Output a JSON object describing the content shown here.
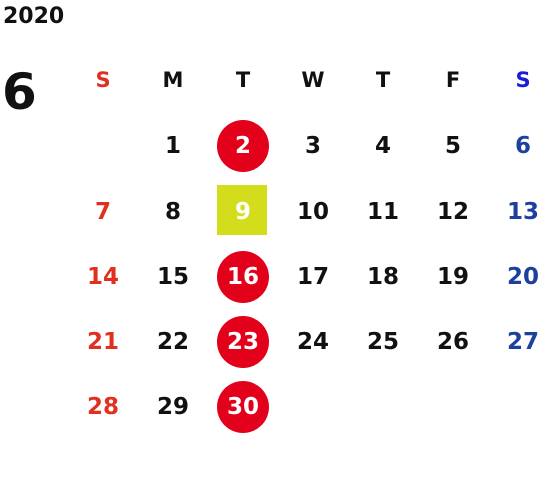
{
  "year": "2020",
  "month": "6",
  "weekdays": [
    "S",
    "M",
    "T",
    "W",
    "T",
    "F",
    "S"
  ],
  "weeks": [
    [
      "",
      "1",
      "2",
      "3",
      "4",
      "5",
      "6"
    ],
    [
      "7",
      "8",
      "9",
      "10",
      "11",
      "12",
      "13"
    ],
    [
      "14",
      "15",
      "16",
      "17",
      "18",
      "19",
      "20"
    ],
    [
      "21",
      "22",
      "23",
      "24",
      "25",
      "26",
      "27"
    ],
    [
      "28",
      "29",
      "30",
      "",
      "",
      "",
      ""
    ]
  ],
  "colors": {
    "sunday": "#e03020",
    "saturday": "#1d3f9e",
    "saturday_header": "#1a1fd6",
    "highlight_circle": "#e2001a",
    "highlight_square": "#d4dd1c",
    "text": "#111111"
  },
  "highlighted_circle_days": [
    "2",
    "16",
    "23",
    "30"
  ],
  "highlighted_square_days": [
    "9"
  ]
}
